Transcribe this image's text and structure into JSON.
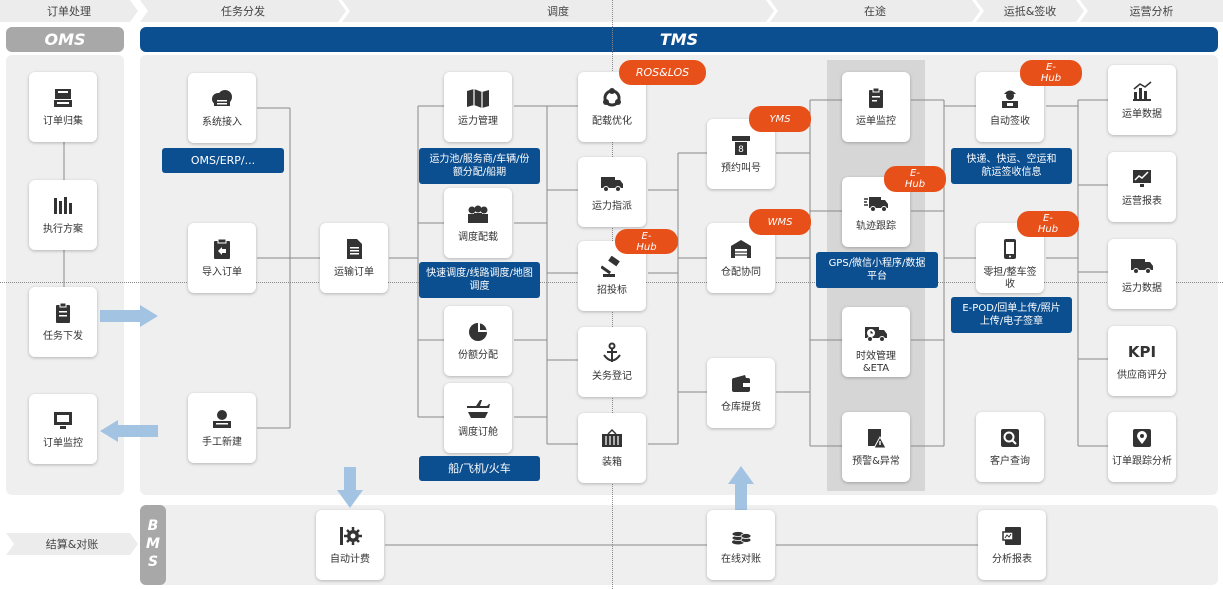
{
  "stages": [
    "订单处理",
    "任务分发",
    "调度",
    "在途",
    "运抵&签收",
    "运营分析"
  ],
  "headers": {
    "oms": "OMS",
    "tms": "TMS",
    "bms": "BMS",
    "settlement": "结算&对账"
  },
  "oms": {
    "order_collect": "订单归集",
    "exec_plan": "执行方案",
    "task_dispatch": "任务下发",
    "order_monitor": "订单监控"
  },
  "entry": {
    "system_access": "系统接入",
    "system_access_note": "OMS/ERP/...",
    "import_order": "导入订单",
    "manual_create": "手工新建",
    "transport_order": "运输订单"
  },
  "capacity": {
    "capacity_mgmt": "运力管理",
    "capacity_note": "运力池/服务商/车辆/份额分配/船期",
    "dispatch_alloc": "调度配载",
    "dispatch_note": "快速调度/线路调度/地图调度",
    "quota_alloc": "份额分配",
    "dispatch_booking": "调度订舱",
    "booking_note": "船/飞机/火车"
  },
  "dispatch": {
    "load_opt": "配载优化",
    "load_tag": "ROS&LOS",
    "cap_assign": "运力指派",
    "bidding": "招投标",
    "bidding_tag": "E-Hub",
    "customs": "关务登记",
    "container": "装箱"
  },
  "warehouse": {
    "appointment": "预约叫号",
    "appointment_tag": "YMS",
    "wh_coord": "仓配协同",
    "wh_tag": "WMS",
    "wh_pickup": "仓库提货"
  },
  "transit": {
    "transport_monitor": "运单监控",
    "track": "轨迹跟踪",
    "track_tag": "E-Hub",
    "track_note": "GPS/微信小程序/数据平台",
    "eta": "时效管理&ETA",
    "alert": "预警&异常"
  },
  "arrival": {
    "auto_sign": "自动签收",
    "auto_sign_tag": "E-Hub",
    "auto_sign_note": "快递、快运、空运和航运签收信息",
    "partial_sign": "零担/整车签收",
    "partial_tag": "E-Hub",
    "partial_note": "E-POD/回单上传/照片上传/电子签章",
    "customer_query": "客户查询"
  },
  "analysis": {
    "transport_data": "运单数据",
    "ops_report": "运营报表",
    "capacity_data": "运力数据",
    "kpi": "KPI",
    "supplier_score": "供应商评分",
    "order_track_analysis": "订单跟踪分析"
  },
  "bms": {
    "auto_billing": "自动计费",
    "online_recon": "在线对账",
    "analysis_report": "分析报表"
  },
  "colors": {
    "navy": "#0c4f90",
    "orange": "#e8501a",
    "panel": "#efefef",
    "arrow": "#a3c3e3"
  }
}
